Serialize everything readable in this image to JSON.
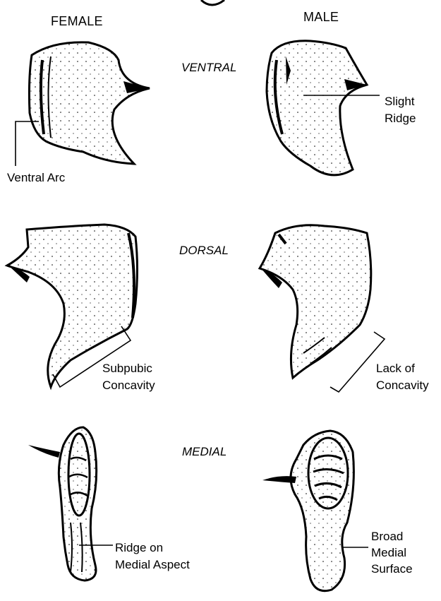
{
  "headers": {
    "female": "FEMALE",
    "male": "MALE"
  },
  "views": {
    "ventral": "VENTRAL",
    "dorsal": "DORSAL",
    "medial": "MEDIAL"
  },
  "labels": {
    "ventral_arc": "Ventral Arc",
    "slight_ridge_1": "Slight",
    "slight_ridge_2": "Ridge",
    "subpubic_1": "Subpubic",
    "subpubic_2": "Concavity",
    "lack_1": "Lack of",
    "lack_2": "Concavity",
    "ridge_medial_1": "Ridge on",
    "ridge_medial_2": "Medial Aspect",
    "broad_1": "Broad",
    "broad_2": "Medial",
    "broad_3": "Surface"
  }
}
